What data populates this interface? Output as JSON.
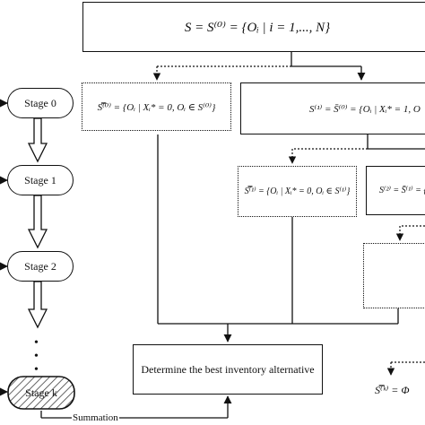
{
  "stages": [
    {
      "label": "Stage 0"
    },
    {
      "label": "Stage 1"
    },
    {
      "label": "Stage 2"
    },
    {
      "label": "Stage k"
    }
  ],
  "stage_ellipsis": "•",
  "summation_label": "Summation",
  "top_formula": "S = S⁽⁰⁾ = {Oᵢ | i = 1,..., N}",
  "level1": {
    "left_formula": "S̿⁽⁰⁾ = {Oᵢ | Xᵢ* = 0, Oᵢ ∈ S⁽⁰⁾}",
    "right_formula": "S⁽¹⁾ = S̄⁽⁰⁾ = {Oᵢ | Xᵢ* = 1, O"
  },
  "level2": {
    "left_formula": "S̿⁽¹⁾ = {Oᵢ | Xᵢ* = 0, Oᵢ ∈ S⁽¹⁾}",
    "right_formula": "S⁽²⁾ = S̄⁽¹⁾ = {"
  },
  "final_box_label": "Determine the best inventory alternative",
  "empty_set_formula": "S̿⁽ᵏ⁾ = Φ"
}
